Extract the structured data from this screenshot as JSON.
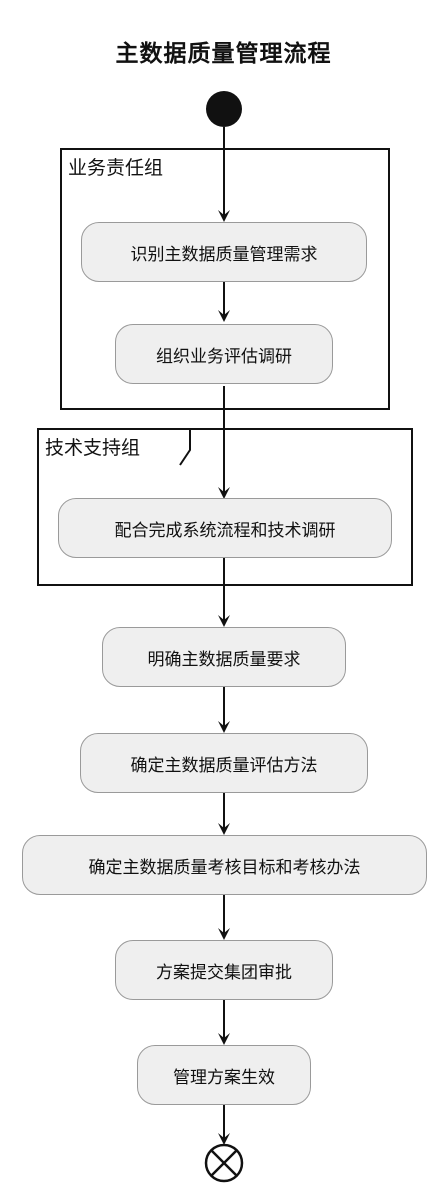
{
  "title": "主数据质量管理流程",
  "lanes": [
    {
      "label": "业务责任组"
    },
    {
      "label": "技术支持组"
    }
  ],
  "steps": [
    {
      "label": "识别主数据质量管理需求"
    },
    {
      "label": "组织业务评估调研"
    },
    {
      "label": "配合完成系统流程和技术调研"
    },
    {
      "label": "明确主数据质量要求"
    },
    {
      "label": "确定主数据质量评估方法"
    },
    {
      "label": "确定主数据质量考核目标和考核办法"
    },
    {
      "label": "方案提交集团审批"
    },
    {
      "label": "管理方案生效"
    }
  ],
  "colors": {
    "node_fill": "#efefef",
    "node_border": "#9a9a9a",
    "line": "#111111"
  }
}
